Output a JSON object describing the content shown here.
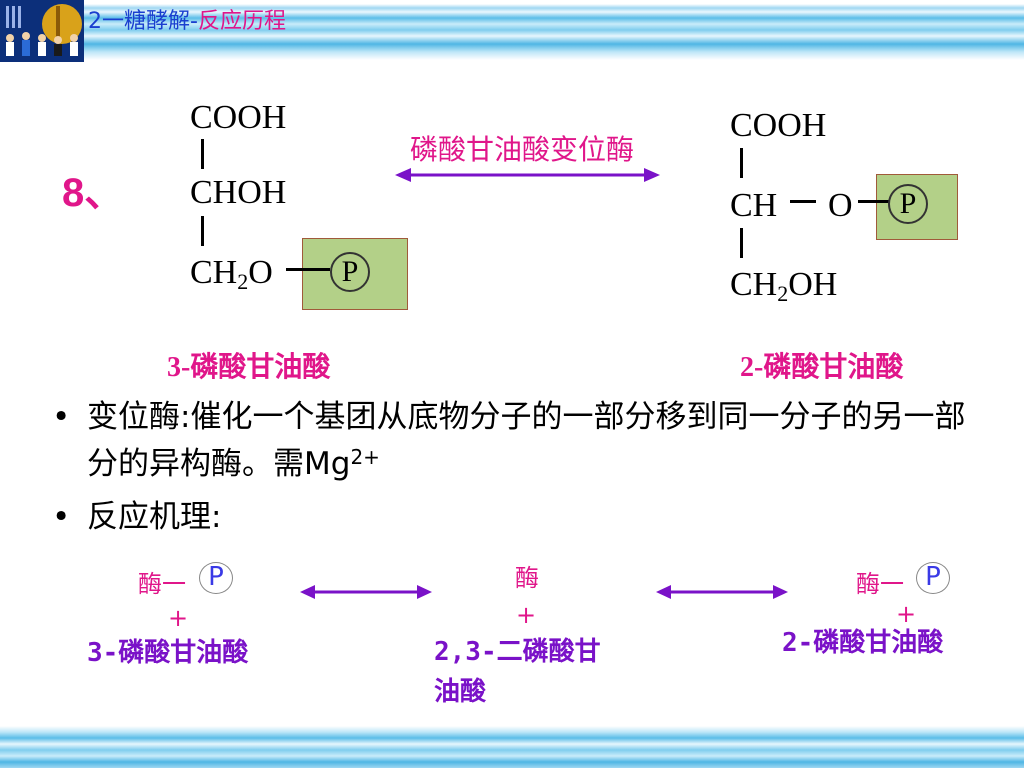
{
  "header": {
    "title_part1": "2一糖酵解-",
    "title_part2": "反应历程",
    "title_color1": "#1a3fcf",
    "title_color2": "#e0168a"
  },
  "step_number": "8、",
  "left_molecule": {
    "line1": "COOH",
    "line2": "CHOH",
    "line3_prefix": "CH",
    "line3_sub": "2",
    "line3_suffix": "O",
    "phosphate": "P",
    "name": "3-磷酸甘油酸"
  },
  "enzyme": {
    "name": "磷酸甘油酸变位酶"
  },
  "right_molecule": {
    "line1": "COOH",
    "line2_left": "CH",
    "line2_o": "O",
    "phosphate": "P",
    "line3_prefix": "CH",
    "line3_sub": "2",
    "line3_suffix": "OH",
    "name": "2-磷酸甘油酸"
  },
  "bullets": {
    "b1_text": "变位酶:催化一个基团从底物分子的一部分移到同一分子的另一部分的异构酶。需Mg",
    "b1_sup": "2+",
    "b2_text": "反应机理:",
    "marker": "•"
  },
  "mechanism": {
    "left_enzyme": "酶一",
    "left_p": "P",
    "left_plus": "+",
    "left_substrate": "3-磷酸甘油酸",
    "mid_enzyme": "酶",
    "mid_plus": "+",
    "mid_substrate_line1": "2,3-二磷酸甘",
    "mid_substrate_line2": "油酸",
    "right_enzyme": "酶一",
    "right_p": "P",
    "right_plus": "+",
    "right_substrate": "2-磷酸甘油酸"
  },
  "colors": {
    "magenta": "#e0168a",
    "purple": "#7a12c8",
    "phosphate_box": "#b3d088"
  }
}
